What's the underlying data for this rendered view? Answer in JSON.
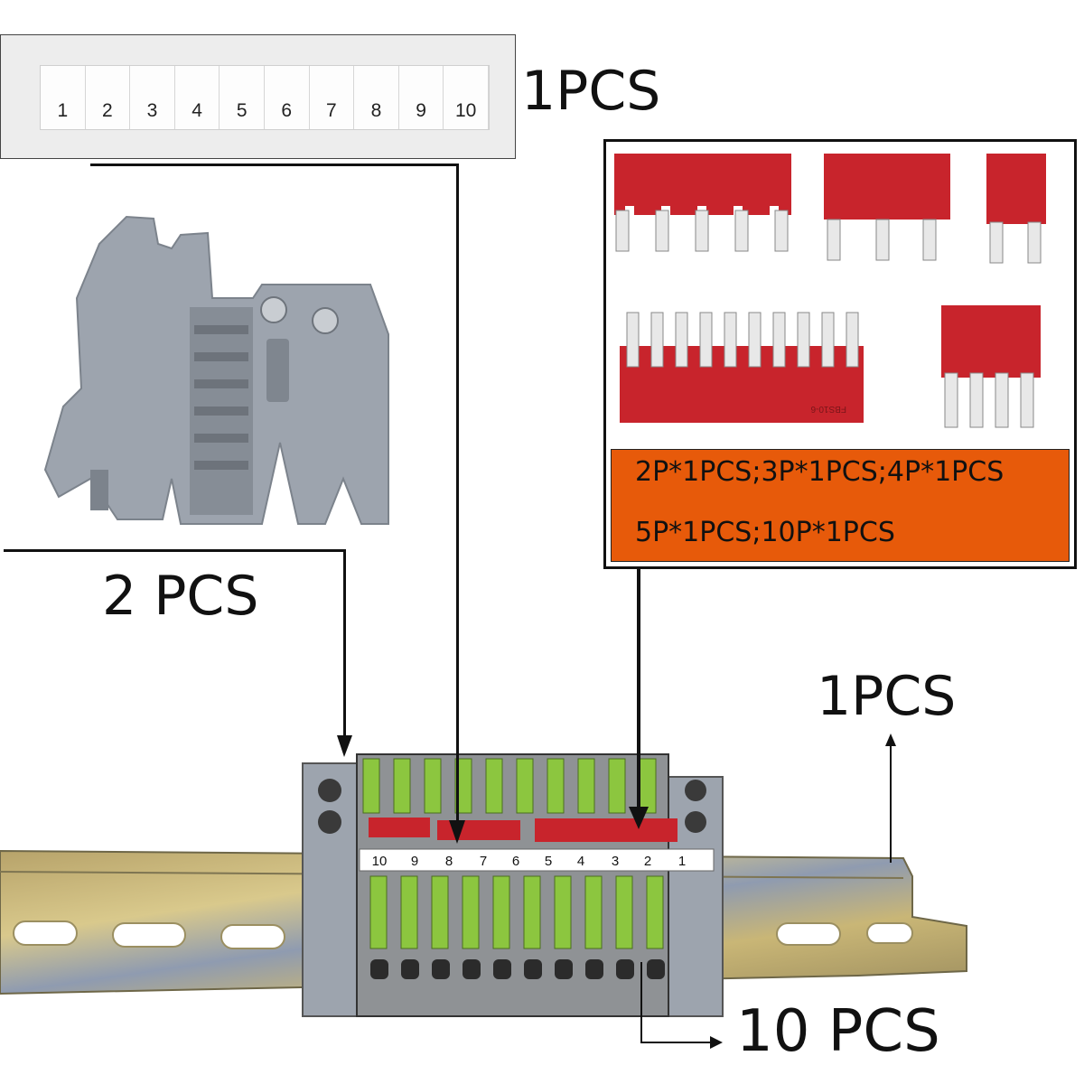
{
  "marker_strip": {
    "numbers": [
      "1",
      "2",
      "3",
      "4",
      "5",
      "6",
      "7",
      "8",
      "9",
      "10"
    ],
    "qty_label": "1PCS"
  },
  "end_stopper": {
    "qty_label": "2 PCS"
  },
  "jumpers": {
    "line1": "2P*1PCS;3P*1PCS;4P*1PCS",
    "line2": "5P*1PCS;10P*1PCS",
    "part_code": "FBS10-6"
  },
  "din_rail": {
    "qty_label": "1PCS"
  },
  "terminal_blocks": {
    "qty_label": "10 PCS",
    "marker_numbers": [
      "10",
      "9",
      "8",
      "7",
      "6",
      "5",
      "4",
      "3",
      "2",
      "1"
    ]
  },
  "colors": {
    "jumper_red": "#c8242c",
    "label_orange": "#e75a0a",
    "block_gray": "#8f9295",
    "lever_green": "#8cc63f",
    "stopper_gray": "#9da4ae"
  }
}
